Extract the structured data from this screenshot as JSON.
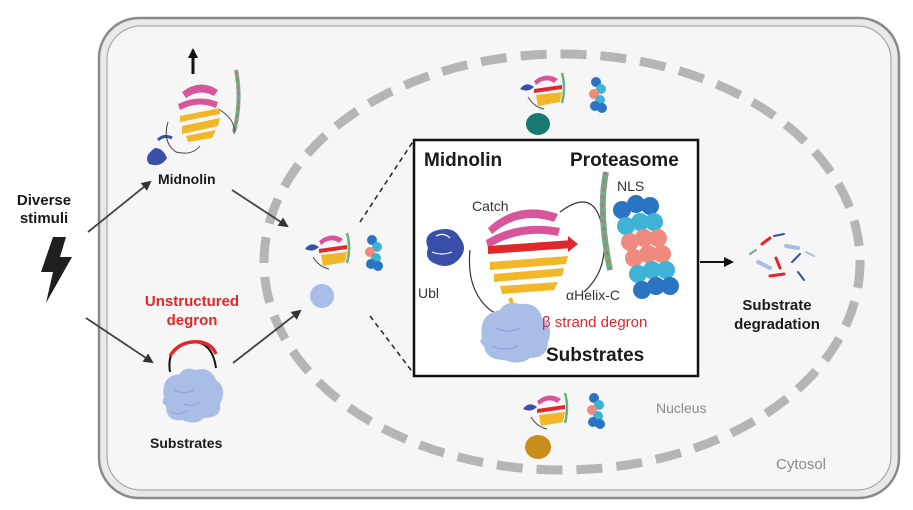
{
  "labels": {
    "diverse_stimuli": [
      "Diverse",
      "stimuli"
    ],
    "midnolin_left": "Midnolin",
    "unstructured_degron": [
      "Unstructured",
      "degron"
    ],
    "substrates_left": "Substrates",
    "inset_midnolin": "Midnolin",
    "inset_proteasome": "Proteasome",
    "catch": "Catch",
    "nls": "NLS",
    "ubl": "Ubl",
    "alpha_helix_c": "αHelix-C",
    "beta_strand_degron": "β strand degron",
    "inset_substrates": "Substrates",
    "substrate_degradation": [
      "Substrate",
      "degradation"
    ],
    "nucleus": "Nucleus",
    "cytosol": "Cytosol"
  },
  "colors": {
    "cell_fill": "#e9e9e9",
    "cell_border": "#8a8a8a",
    "nucleus_dash": "#b5b5b5",
    "degron_red": "#e0282c",
    "substrate_blue": "#a9bde6",
    "catch_pink": "#d9559b",
    "sheet_yellow": "#f2b728",
    "ubl_blue": "#3a4fa8",
    "helix_green": "#6fae7e",
    "proteasome_blue": "#2a74c4",
    "proteasome_cyan": "#3fb3d6",
    "proteasome_salmon": "#ee8a7e",
    "teal_substrate": "#167a73",
    "gold_substrate": "#c98d1c"
  },
  "icons": [
    "lightning-icon",
    "up-arrow-icon"
  ]
}
